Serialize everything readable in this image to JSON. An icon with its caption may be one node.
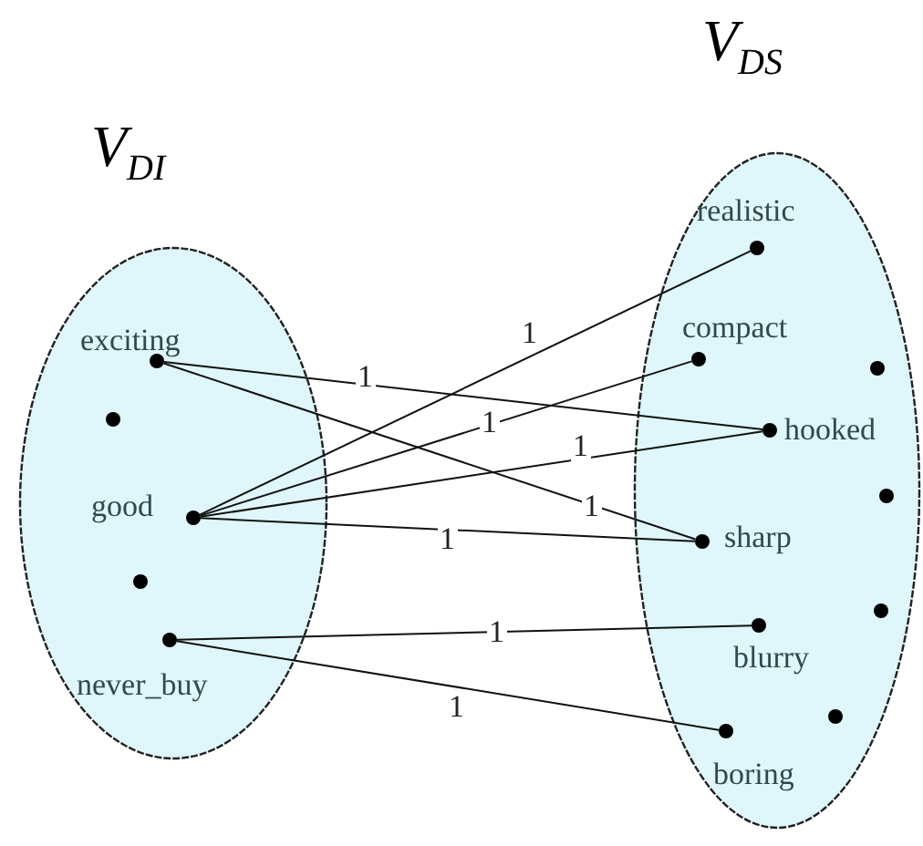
{
  "diagram": {
    "nodes": [
      {
        "text": [
          "V$_{DI}$"
        ]
      },
      {
        "text": [
          "exciting"
        ],
        "in": 0
      },
      {
        "text": [],
        "shape": "circle",
        "in": 0
      },
      {
        "text": [
          "good"
        ],
        "in": 0
      },
      {
        "text": [],
        "shape": "circle",
        "in": 0
      },
      {
        "text": [
          "never_buy"
        ],
        "in": 0
      },
      {
        "text": [
          "V$_{DS}$"
        ]
      },
      {
        "text": [
          "realistic"
        ],
        "in": 6
      },
      {
        "text": [
          "compact"
        ],
        "in": 6
      },
      {
        "text": [],
        "shape": "circle",
        "in": 6
      },
      {
        "text": [
          "hooked"
        ],
        "in": 6
      },
      {
        "text": [],
        "shape": "circle",
        "in": 6
      },
      {
        "text": [
          "sharp"
        ],
        "in": 6
      },
      {
        "text": [
          "blurry"
        ],
        "in": 6
      },
      {
        "text": [],
        "shape": "circle",
        "in": 6
      },
      {
        "text": [
          "boring"
        ],
        "in": 6
      },
      {
        "text": [],
        "shape": "circle",
        "in": 6
      }
    ],
    "edges": [
      {
        "from": 1,
        "to": 10,
        "arrow": "none",
        "label": "1"
      },
      {
        "from": 1,
        "to": 12,
        "arrow": "none",
        "label": "1"
      },
      {
        "from": 3,
        "to": 7,
        "arrow": "none",
        "label": "1"
      },
      {
        "from": 3,
        "to": 8,
        "arrow": "none",
        "label": "1"
      },
      {
        "from": 3,
        "to": 10,
        "arrow": "none",
        "label": "1"
      },
      {
        "from": 3,
        "to": 12,
        "arrow": "none",
        "label": "1"
      },
      {
        "from": 5,
        "to": 13,
        "arrow": "none",
        "label": "1"
      },
      {
        "from": 5,
        "to": 15,
        "arrow": "none",
        "label": "1"
      }
    ]
  }
}
